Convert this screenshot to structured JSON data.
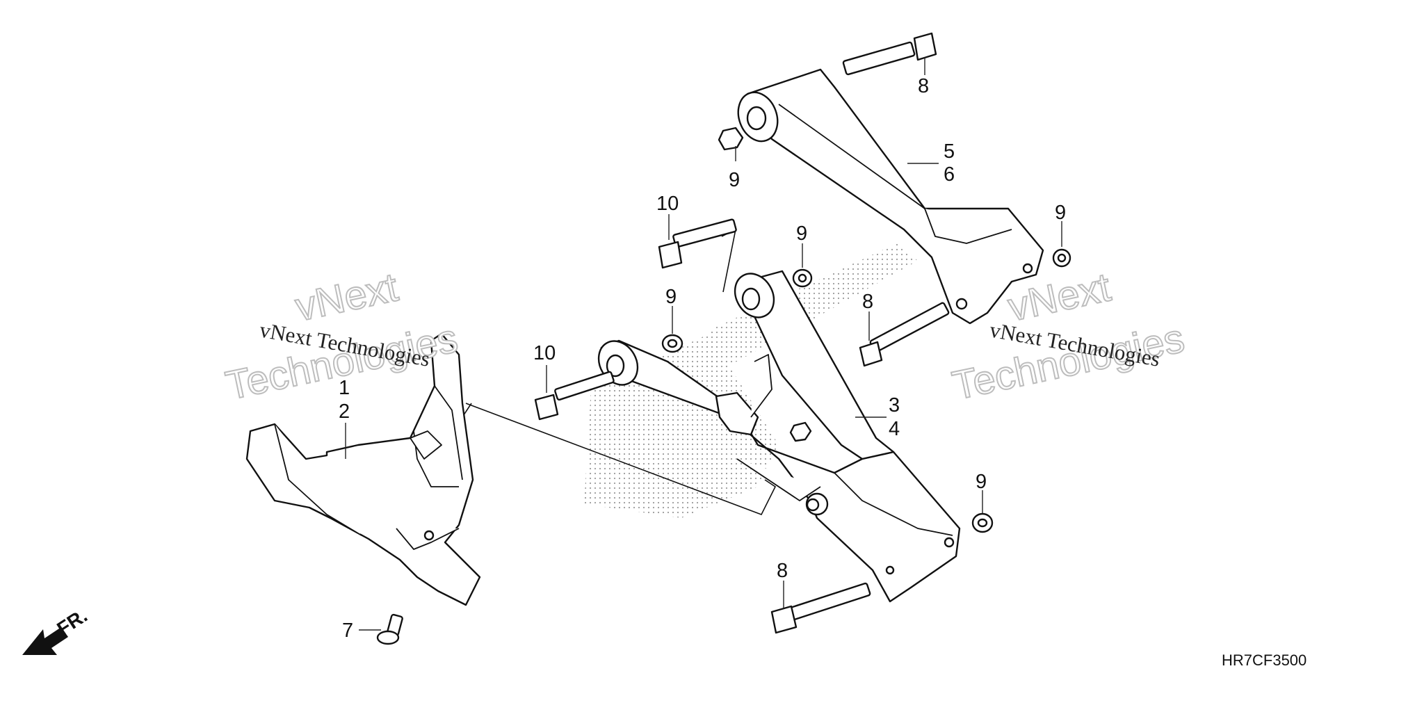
{
  "callouts": {
    "c1": "1",
    "c2": "2",
    "c3": "3",
    "c4": "4",
    "c5": "5",
    "c6": "6",
    "c7": "7",
    "c8_top": "8",
    "c8_mid": "8",
    "c8_bottom": "8",
    "c9_a": "9",
    "c9_b": "9",
    "c9_c": "9",
    "c9_d": "9",
    "c9_e": "9",
    "c10_a": "10",
    "c10_b": "10"
  },
  "front_marker": "FR.",
  "diagram_code": "HR7CF3500",
  "watermarks": {
    "small_left": "vNext Technologies",
    "small_right": "vNext Technologies",
    "big_left_1": "vNext",
    "big_left_2": "Technologies",
    "big_right_1": "vNext",
    "big_right_2": "Technologies"
  },
  "colors": {
    "line": "#111111",
    "watermark": "#bdbdbd",
    "dots": "#9a9a9a"
  }
}
